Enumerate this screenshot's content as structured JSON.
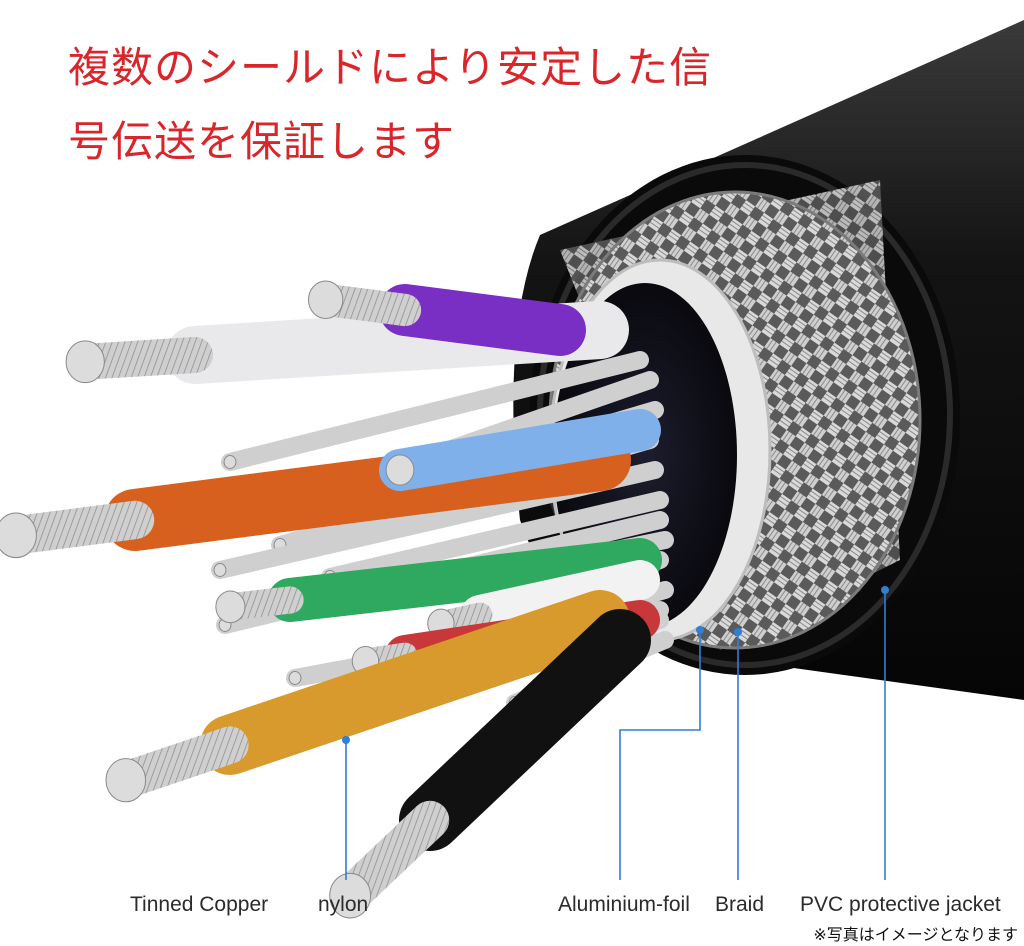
{
  "headline": {
    "line1": "複数のシールドにより安定した信",
    "line2": "号伝送を保証します"
  },
  "labels": {
    "tinned_copper": "Tinned Copper",
    "nylon": "nylon",
    "aluminium_foil": "Aluminium-foil",
    "braid": "Braid",
    "jacket": "PVC protective jacket"
  },
  "note": "※写真はイメージとなります",
  "colors": {
    "headline": "#d9262b",
    "pointer": "#2f7fd6",
    "jacket": "#0d0d0d",
    "white_wire": "#e9e9ec",
    "purple_wire": "#7a2fc4",
    "orange_wire": "#d8601f",
    "blue_pair": "#7fb0ea",
    "green_wire": "#2fa860",
    "red_wire": "#c8383a",
    "yellow_wire": "#d89a2c",
    "black_wire": "#111111"
  }
}
